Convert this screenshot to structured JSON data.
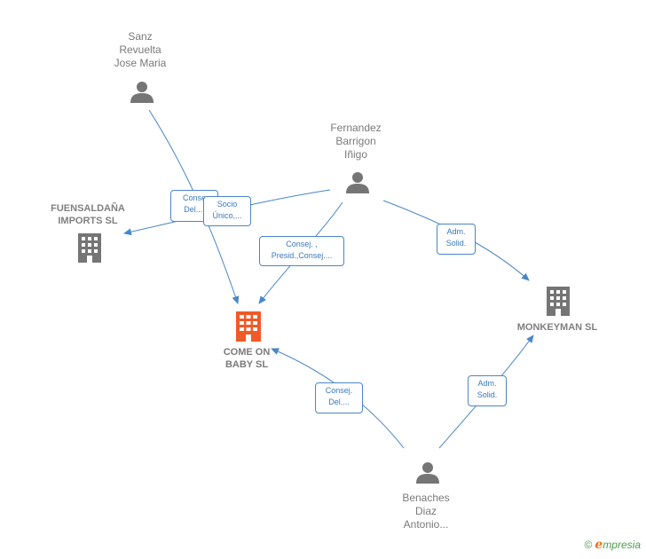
{
  "nodes": {
    "sanz": {
      "lines": [
        "Sanz",
        "Revuelta",
        "Jose Maria"
      ],
      "icon": "person-icon"
    },
    "fernandez": {
      "lines": [
        "Fernandez",
        "Barrigon",
        "Iñigo"
      ],
      "icon": "person-icon"
    },
    "benaches": {
      "lines": [
        "Benaches",
        "Diaz",
        "Antonio..."
      ],
      "icon": "person-icon"
    },
    "fuensaldana": {
      "lines": [
        "FUENSALDAÑA",
        "IMPORTS SL"
      ],
      "icon": "building-icon"
    },
    "comeon": {
      "lines": [
        "COME ON",
        "BABY SL"
      ],
      "icon": "building-icon"
    },
    "monkeyman": {
      "lines": [
        "MONKEYMAN SL"
      ],
      "icon": "building-icon"
    }
  },
  "edges": {
    "sanz_comeon": [
      "Conse",
      "Del...."
    ],
    "sanz_fuensaldana": [
      "Socio",
      "Único,..."
    ],
    "fernandez_comeon": [
      "Consej. ,",
      "Presid.,Consej...."
    ],
    "fernandez_monkeyman": [
      "Adm.",
      "Solid."
    ],
    "benaches_comeon": [
      "Consej.",
      "Del...."
    ],
    "benaches_monkeyman": [
      "Adm.",
      "Solid."
    ]
  },
  "colors": {
    "edge": "#4a86c8",
    "node_gray": "#757575",
    "focus": "#f05a28"
  },
  "footer": {
    "copyright": "©",
    "brand_e": "e",
    "brand_rest": "mpresia"
  }
}
